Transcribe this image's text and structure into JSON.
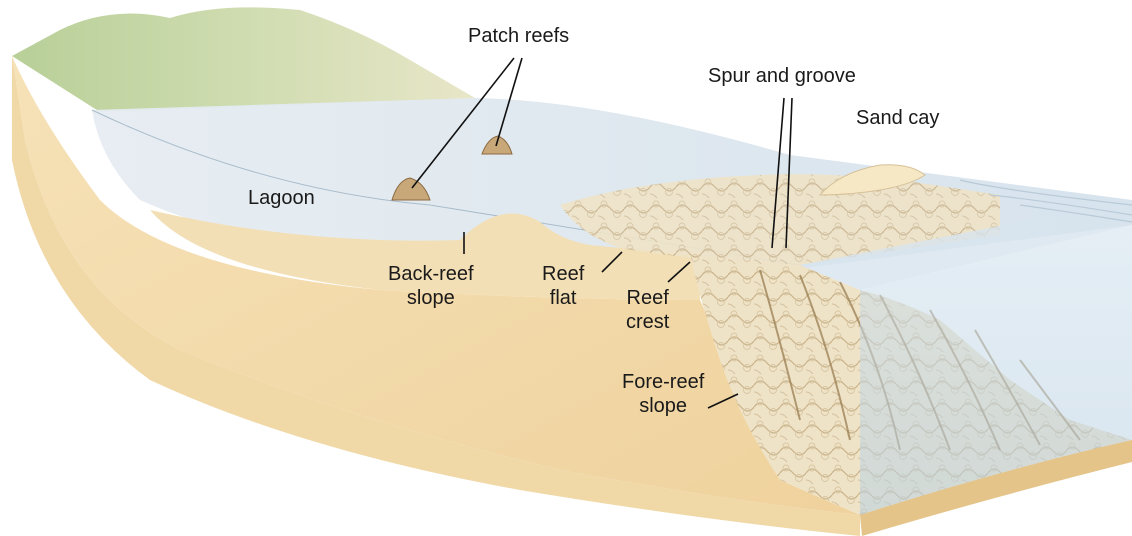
{
  "labels": {
    "patch_reefs": "Patch reefs",
    "spur_and_groove": "Spur and groove",
    "sand_cay": "Sand cay",
    "lagoon": "Lagoon",
    "back_reef_slope_line1": "Back-reef",
    "back_reef_slope_line2": "slope",
    "reef_flat_line1": "Reef",
    "reef_flat_line2": "flat",
    "reef_crest_line1": "Reef",
    "reef_crest_line2": "crest",
    "fore_reef_slope_line1": "Fore-reef",
    "fore_reef_slope_line2": "slope"
  },
  "colors": {
    "sand_face": "#f4dcae",
    "sand_dark": "#e9c98f",
    "water_surface": "#dfe7ee",
    "water_face": "#c9dbe8",
    "hill_green": "#a9c48a",
    "reef_texture": "#a88a5c"
  }
}
